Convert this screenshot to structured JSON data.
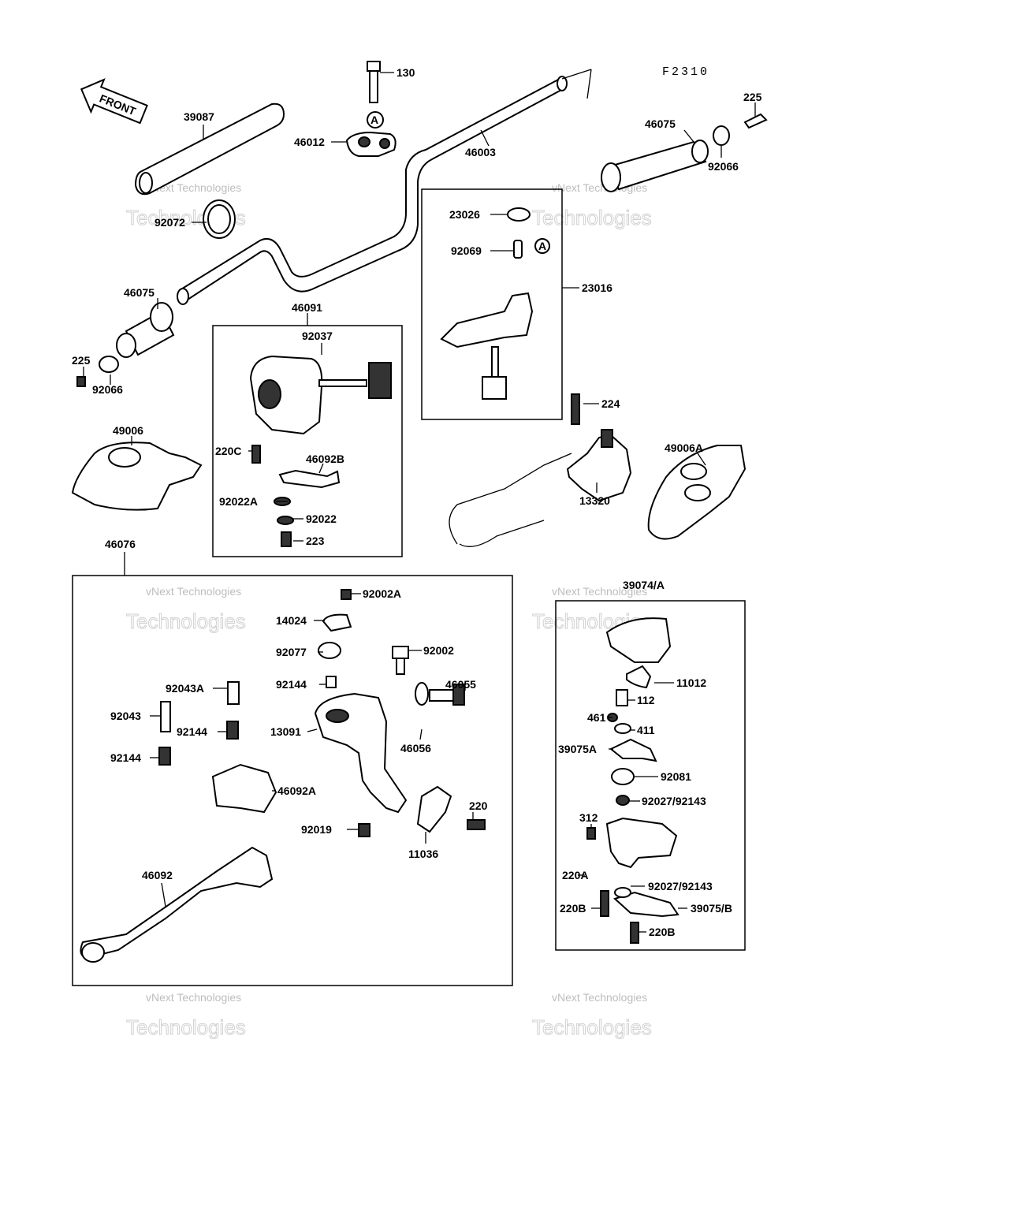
{
  "figure_code": "F2310",
  "front_arrow": "FRONT",
  "watermark": {
    "line1": "vNext Technologies",
    "line2": "Technologies"
  },
  "labels": {
    "p130": "130",
    "p39087": "39087",
    "p46012": "46012",
    "p46003": "46003",
    "p225a": "225",
    "p46075a": "46075",
    "p92066a": "92066",
    "p92072": "92072",
    "p23026": "23026",
    "p92069": "92069",
    "p23016": "23016",
    "p46075b": "46075",
    "p225b": "225",
    "p92066b": "92066",
    "p46091": "46091",
    "p92037": "92037",
    "p49006": "49006",
    "p220c": "220C",
    "p46092b": "46092B",
    "p92022a": "92022A",
    "p92022": "92022",
    "p223": "223",
    "p224": "224",
    "p49006a": "49006A",
    "p13320": "13320",
    "p46076": "46076",
    "p92002a": "92002A",
    "p14024": "14024",
    "p92077": "92077",
    "p92002": "92002",
    "p92144a": "92144",
    "p46055": "46055",
    "p92043a": "92043A",
    "p92043": "92043",
    "p92144b": "92144",
    "p13091": "13091",
    "p46056": "46056",
    "p92144c": "92144",
    "p46092a": "46092A",
    "p220": "220",
    "p92019": "92019",
    "p11036": "11036",
    "p46092": "46092",
    "p39074a": "39074/A",
    "p11012": "11012",
    "p112": "112",
    "p461": "461",
    "p411": "411",
    "p39075a": "39075A",
    "p92081": "92081",
    "p92027a": "92027/92143",
    "p312": "312",
    "p220a": "220A",
    "p92027b": "92027/92143",
    "p220b1": "220B",
    "p39075b": "39075/B",
    "p220b2": "220B"
  },
  "markers": {
    "m1": "A",
    "m2": "A"
  }
}
